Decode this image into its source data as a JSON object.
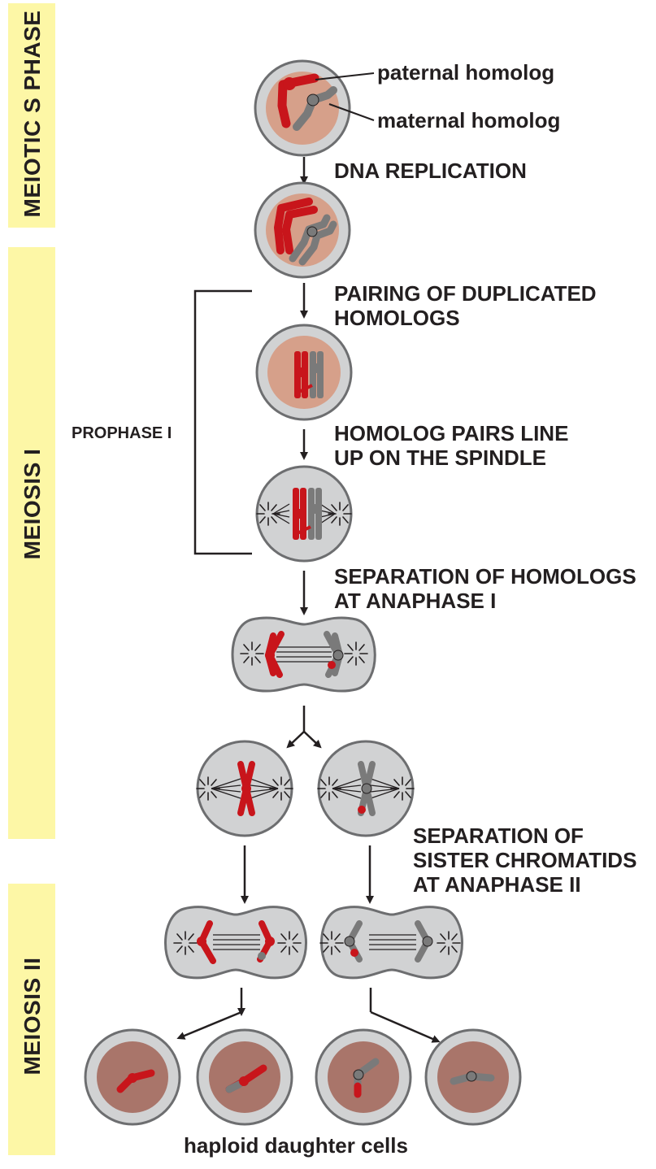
{
  "phases": [
    {
      "id": "meiotic-s",
      "label": "MEIOTIC S PHASE"
    },
    {
      "id": "meiosis-1",
      "label": "MEIOSIS I"
    },
    {
      "id": "meiosis-2",
      "label": "MEIOSIS II"
    }
  ],
  "homolog_labels": {
    "paternal": "paternal homolog",
    "maternal": "maternal homolog"
  },
  "steps": {
    "dna_replication": [
      "DNA REPLICATION"
    ],
    "pairing": [
      "PAIRING OF DUPLICATED",
      "HOMOLOGS"
    ],
    "line_up": [
      "HOMOLOG PAIRS LINE",
      "UP ON THE SPINDLE"
    ],
    "separation_homologs": [
      "SEPARATION OF HOMOLOGS",
      "AT ANAPHASE I"
    ],
    "separation_sisters": [
      "SEPARATION OF",
      "SISTER CHROMATIDS",
      "AT ANAPHASE II"
    ]
  },
  "prophase_label": "PROPHASE I",
  "footer": "haploid daughter cells",
  "colors": {
    "phase_band": "#fdf7a6",
    "paternal": "#c8151b",
    "maternal": "#7a7a7a",
    "cell_fill": "#d1d2d3",
    "cell_border": "#6d6e70",
    "nucleus": "#d6a08a",
    "daughter_nucleus": "#a9756a"
  }
}
